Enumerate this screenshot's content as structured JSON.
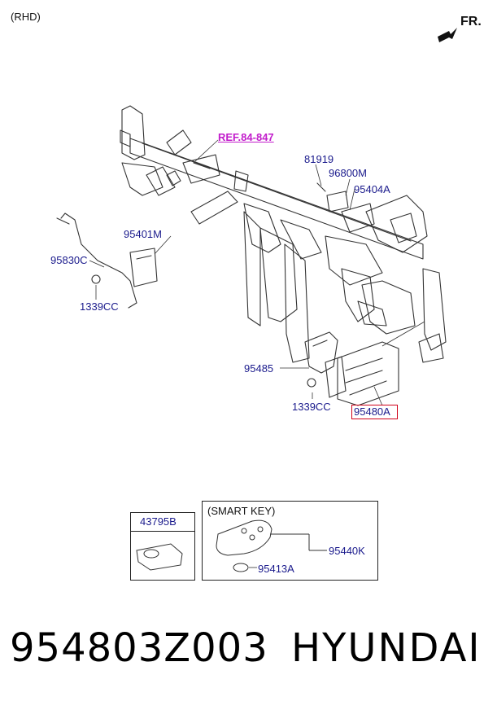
{
  "header": {
    "variant": "(RHD)",
    "direction": "FR."
  },
  "ref_label": "REF.84-847",
  "parts": {
    "p81919": "81919",
    "p96800M": "96800M",
    "p95404A": "95404A",
    "p95401M": "95401M",
    "p95830C": "95830C",
    "p1339CC_a": "1339CC",
    "p95485": "95485",
    "p1339CC_b": "1339CC",
    "p95480A": "95480A"
  },
  "tag_box": {
    "part": "43795B"
  },
  "smart_key_box": {
    "title": "(SMART KEY)",
    "key_part": "95440K",
    "battery_part": "95413A"
  },
  "footer": {
    "part_number": "954803Z003",
    "brand": "HYUNDAI"
  },
  "colors": {
    "label": "#1a1a8c",
    "highlight": "#d0021b",
    "ref": "#c21ccb"
  }
}
